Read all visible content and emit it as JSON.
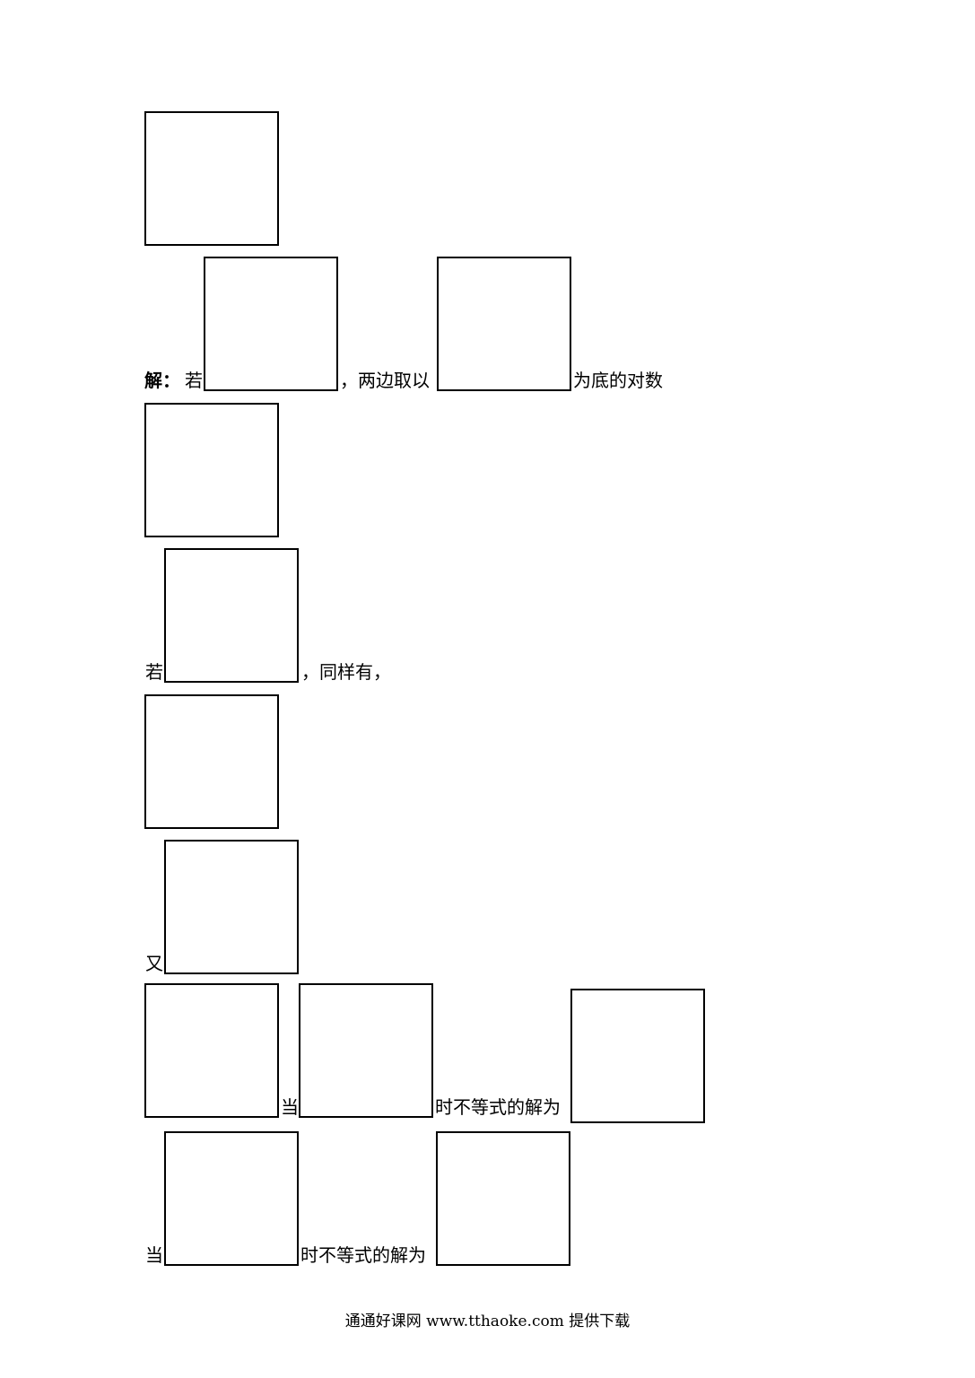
{
  "lines": {
    "line1": {
      "solution_label": "解：",
      "t1": "若",
      "t2": "，两边取以",
      "t3": "为底的对数"
    },
    "line2": {
      "t1": "若",
      "t2": "，同样有，"
    },
    "line3": {
      "t1": "又"
    },
    "line4": {
      "t1": "当",
      "t2": "时不等式的解为"
    },
    "line5": {
      "t1": "当",
      "t2": "时不等式的解为"
    }
  },
  "footer": {
    "text": "通通好课网  www.tthaoke.com  提供下载"
  }
}
